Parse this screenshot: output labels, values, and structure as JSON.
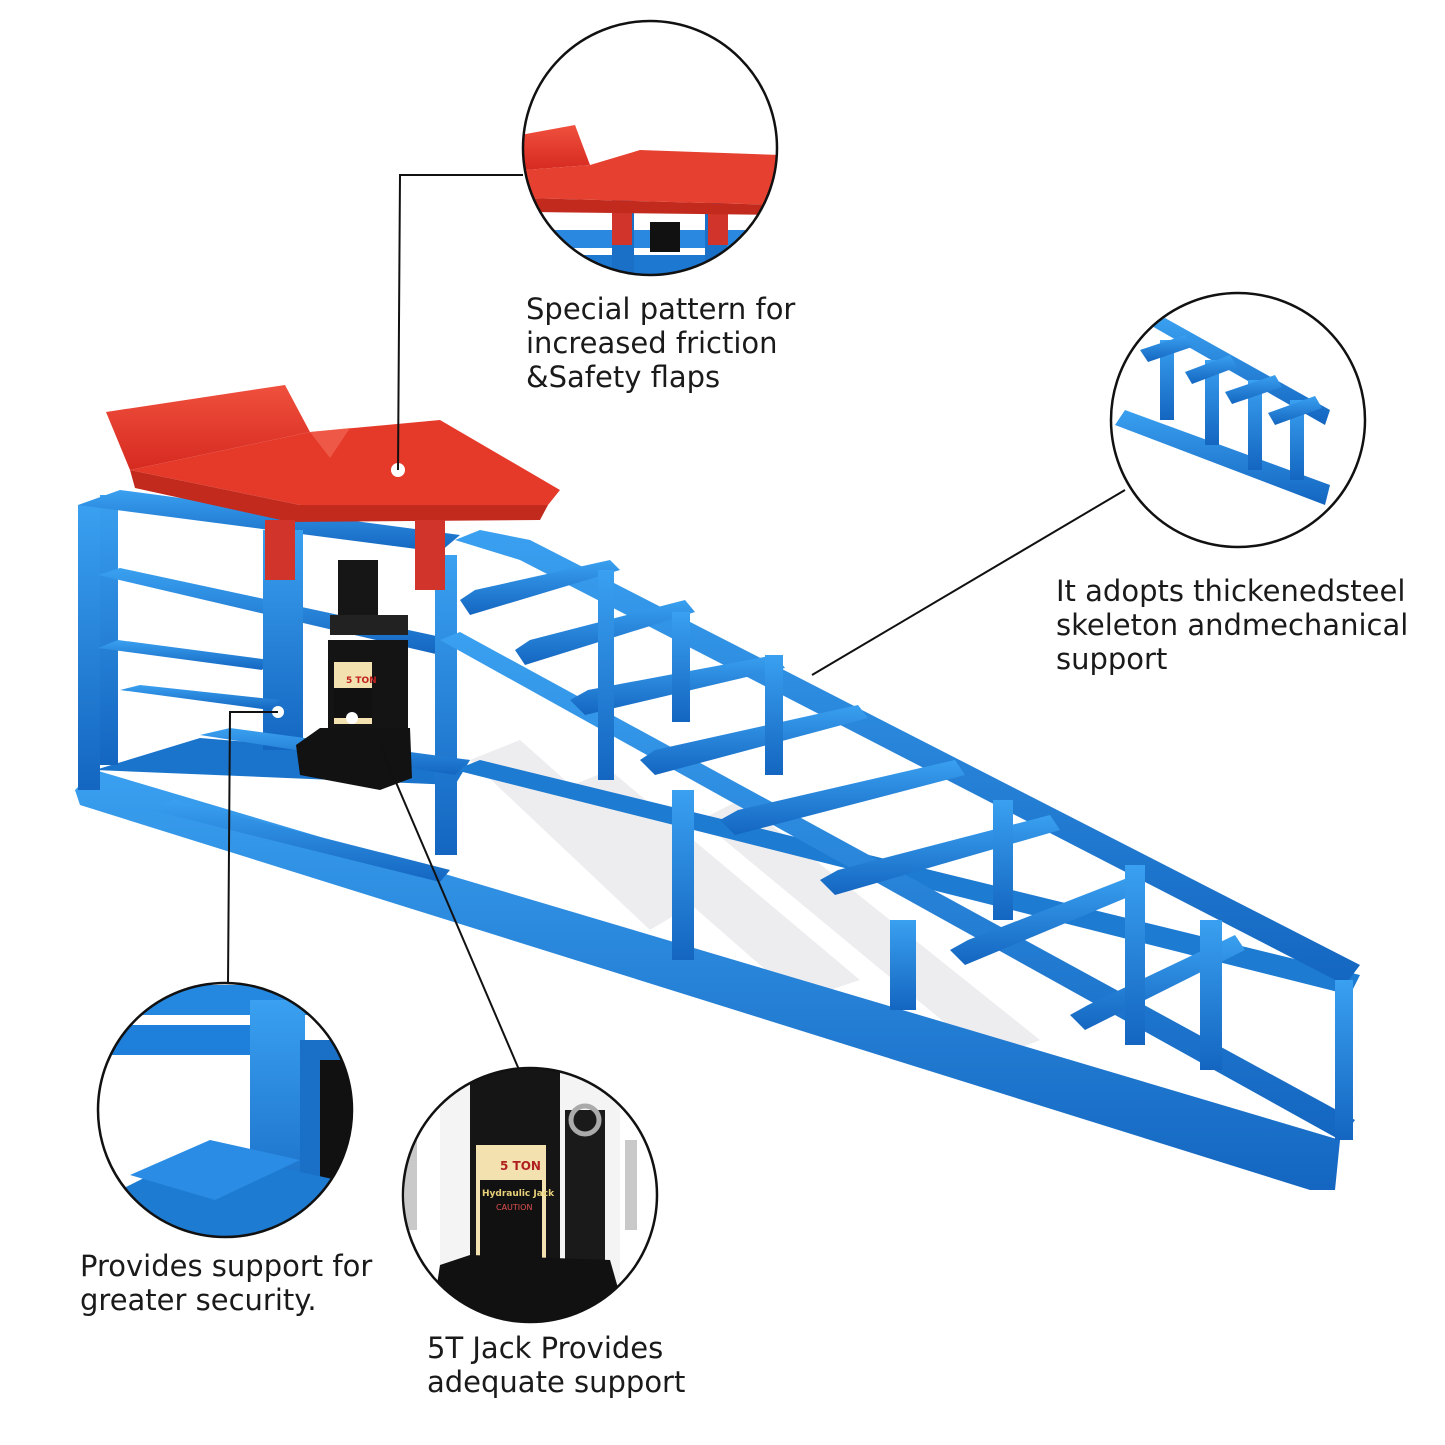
{
  "captions": {
    "flaps": {
      "line1": "Special pattern for",
      "line2": "increased friction",
      "line3": "&Safety flaps"
    },
    "steel": {
      "line1": "It adopts thickenedsteel",
      "line2": "skeleton andmechanical",
      "line3": "support"
    },
    "support": {
      "line1": "Provides support for",
      "line2": "greater security."
    },
    "jack": {
      "line1": "5T Jack Provides",
      "line2": "adequate support"
    }
  },
  "jack_label": {
    "capacity": "5 TON",
    "name": "Hydraulic Jack",
    "warning": "CAUTION"
  },
  "colors": {
    "frame_blue": "#1e7fd6",
    "platform_red": "#e8392c",
    "jack_black": "#111111",
    "label_cream": "#f3e2b0"
  }
}
